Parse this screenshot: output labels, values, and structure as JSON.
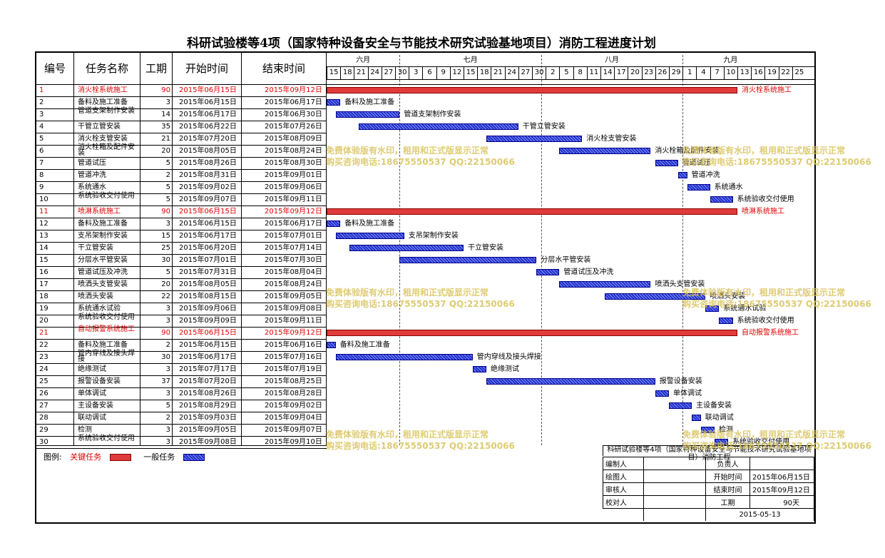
{
  "title": "科研试验楼等4项（国家特种设备安全与节能技术研究试验基地项目）消防工程进度计划",
  "columns": {
    "no": "编号",
    "name": "任务名称",
    "dur": "工期",
    "start": "开始时间",
    "end": "结束时间"
  },
  "months": [
    "六月",
    "七月",
    "八月",
    "九月"
  ],
  "days": [
    "15",
    "18",
    "21",
    "24",
    "27",
    "30",
    "3",
    "6",
    "9",
    "12",
    "15",
    "18",
    "21",
    "24",
    "27",
    "30",
    "2",
    "5",
    "8",
    "11",
    "14",
    "17",
    "20",
    "23",
    "26",
    "29",
    "1",
    "4",
    "7",
    "10",
    "13",
    "16",
    "19",
    "22",
    "25"
  ],
  "tasks": [
    {
      "no": "1",
      "name": "消火栓系统施工",
      "dur": "90",
      "start": "2015年06月15日",
      "end": "2015年09月12日",
      "critical": true,
      "s": 0,
      "d": 90
    },
    {
      "no": "2",
      "name": "备料及施工准备",
      "dur": "3",
      "start": "2015年06月15日",
      "end": "2015年06月17日",
      "s": 0,
      "d": 3
    },
    {
      "no": "3",
      "name": "管道支架制作安装",
      "dur": "14",
      "start": "2015年06月17日",
      "end": "2015年06月30日",
      "s": 2,
      "d": 14
    },
    {
      "no": "4",
      "name": "干管立管安装",
      "dur": "35",
      "start": "2015年06月22日",
      "end": "2015年07月26日",
      "s": 7,
      "d": 35
    },
    {
      "no": "5",
      "name": "消火栓支管安装",
      "dur": "21",
      "start": "2015年07月20日",
      "end": "2015年08月09日",
      "s": 35,
      "d": 21
    },
    {
      "no": "6",
      "name": "消火栓箱及配件安装",
      "dur": "20",
      "start": "2015年08月05日",
      "end": "2015年08月24日",
      "s": 51,
      "d": 20
    },
    {
      "no": "7",
      "name": "管道试压",
      "dur": "5",
      "start": "2015年08月26日",
      "end": "2015年08月30日",
      "s": 72,
      "d": 5
    },
    {
      "no": "8",
      "name": "管道冲洗",
      "dur": "2",
      "start": "2015年08月31日",
      "end": "2015年09月01日",
      "s": 77,
      "d": 2
    },
    {
      "no": "9",
      "name": "系统通水",
      "dur": "5",
      "start": "2015年09月02日",
      "end": "2015年09月06日",
      "s": 79,
      "d": 5
    },
    {
      "no": "10",
      "name": "系统验收交付使用",
      "dur": "5",
      "start": "2015年09月07日",
      "end": "2015年09月11日",
      "s": 84,
      "d": 5
    },
    {
      "no": "11",
      "name": "喷淋系统施工",
      "dur": "90",
      "start": "2015年06月15日",
      "end": "2015年09月12日",
      "critical": true,
      "s": 0,
      "d": 90
    },
    {
      "no": "12",
      "name": "备料及施工准备",
      "dur": "3",
      "start": "2015年06月15日",
      "end": "2015年06月17日",
      "s": 0,
      "d": 3
    },
    {
      "no": "13",
      "name": "支吊架制作安装",
      "dur": "15",
      "start": "2015年06月17日",
      "end": "2015年07月01日",
      "s": 2,
      "d": 15
    },
    {
      "no": "14",
      "name": "干立管安装",
      "dur": "25",
      "start": "2015年06月20日",
      "end": "2015年07月14日",
      "s": 5,
      "d": 25
    },
    {
      "no": "15",
      "name": "分层水平管安装",
      "dur": "30",
      "start": "2015年07月01日",
      "end": "2015年07月30日",
      "s": 16,
      "d": 30
    },
    {
      "no": "16",
      "name": "管道试压及冲洗",
      "dur": "5",
      "start": "2015年07月31日",
      "end": "2015年08月04日",
      "s": 46,
      "d": 5
    },
    {
      "no": "17",
      "name": "喷洒头支管安装",
      "dur": "20",
      "start": "2015年08月05日",
      "end": "2015年08月24日",
      "s": 51,
      "d": 20
    },
    {
      "no": "18",
      "name": "喷洒头安装",
      "dur": "22",
      "start": "2015年08月15日",
      "end": "2015年09月05日",
      "s": 61,
      "d": 22
    },
    {
      "no": "19",
      "name": "系统通水试验",
      "dur": "3",
      "start": "2015年09月06日",
      "end": "2015年09月08日",
      "s": 83,
      "d": 3
    },
    {
      "no": "20",
      "name": "系统验收交付使用",
      "dur": "3",
      "start": "2015年09月09日",
      "end": "2015年09月11日",
      "s": 86,
      "d": 3
    },
    {
      "no": "21",
      "name": "自动报警系统施工",
      "dur": "90",
      "start": "2015年06月15日",
      "end": "2015年09月12日",
      "critical": true,
      "s": 0,
      "d": 90
    },
    {
      "no": "22",
      "name": "备料及施工准备",
      "dur": "2",
      "start": "2015年06月15日",
      "end": "2015年06月16日",
      "s": 0,
      "d": 2
    },
    {
      "no": "23",
      "name": "管内穿线及接头焊接",
      "dur": "30",
      "start": "2015年06月17日",
      "end": "2015年07月16日",
      "s": 2,
      "d": 30
    },
    {
      "no": "24",
      "name": "绝缘测试",
      "dur": "3",
      "start": "2015年07月17日",
      "end": "2015年07月19日",
      "s": 32,
      "d": 3
    },
    {
      "no": "25",
      "name": "报警设备安装",
      "dur": "37",
      "start": "2015年07月20日",
      "end": "2015年08月25日",
      "s": 35,
      "d": 37
    },
    {
      "no": "26",
      "name": "单体调试",
      "dur": "3",
      "start": "2015年08月26日",
      "end": "2015年08月28日",
      "s": 72,
      "d": 3
    },
    {
      "no": "27",
      "name": "主设备安装",
      "dur": "5",
      "start": "2015年08月29日",
      "end": "2015年09月02日",
      "s": 75,
      "d": 5
    },
    {
      "no": "28",
      "name": "联动调试",
      "dur": "2",
      "start": "2015年09月03日",
      "end": "2015年09月04日",
      "s": 80,
      "d": 2
    },
    {
      "no": "29",
      "name": "检测",
      "dur": "3",
      "start": "2015年09月05日",
      "end": "2015年09月07日",
      "s": 82,
      "d": 3
    },
    {
      "no": "30",
      "name": "系统验收交付使用",
      "dur": "3",
      "start": "2015年09月08日",
      "end": "2015年09月10日",
      "s": 85,
      "d": 3
    }
  ],
  "legend": {
    "label": "图例:",
    "critical": "关键任务",
    "normal": "一般任务"
  },
  "watermark": {
    "line1": "免费体验版有水印，租用和正式版显示正常",
    "line2": "购买咨询电话:18675550537 QQ:22150066"
  },
  "info": {
    "project": "科研试验楼等4项（国家特种设备安全与节能技术研究试验基地项目）消防工程",
    "editor": "编制人",
    "owner": "负责人",
    "drawer": "绘图人",
    "start_label": "开始时间",
    "start": "2015年06月15日",
    "reviewer": "审核人",
    "end_label": "结束时间",
    "end": "2015年09月12日",
    "checker": "校对人",
    "dur_label": "工期",
    "dur": "90天",
    "date": "2015-05-13"
  },
  "colors": {
    "critical": "#e03b3b",
    "normal": "#3344d0",
    "watermark": "#d9c35a"
  }
}
